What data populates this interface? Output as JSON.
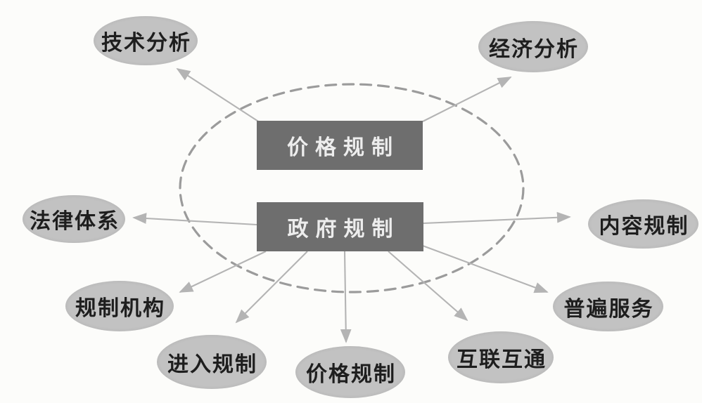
{
  "diagram": {
    "title_hint": "政府规制结构示意图",
    "center_boxes": [
      {
        "name": "price-regulation-center",
        "label": "价格规制"
      },
      {
        "name": "government-regulation",
        "label": "政府规制"
      }
    ],
    "nodes": [
      {
        "name": "technical-analysis",
        "label": "技术分析"
      },
      {
        "name": "economic-analysis",
        "label": "经济分析"
      },
      {
        "name": "legal-system",
        "label": "法律体系"
      },
      {
        "name": "content-regulation",
        "label": "内容规制"
      },
      {
        "name": "regulatory-agency",
        "label": "规制机构"
      },
      {
        "name": "entry-regulation",
        "label": "进入规制"
      },
      {
        "name": "price-regulation-bottom",
        "label": "价格规制"
      },
      {
        "name": "interconnection",
        "label": "互联互通"
      },
      {
        "name": "universal-service",
        "label": "普遍服务"
      }
    ],
    "colors": {
      "node_fill": "#c2c2c2",
      "node_text": "#1e1e1e",
      "box_fill": "#6e6e6e",
      "box_text": "#ededed",
      "arrow": "#b4b4b4",
      "dashed": "#9b9b9b",
      "background": "#fcfcfa"
    }
  }
}
